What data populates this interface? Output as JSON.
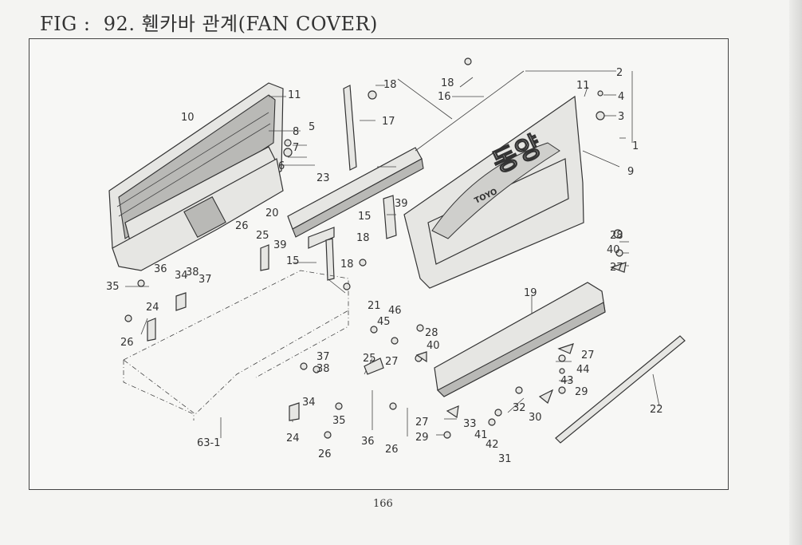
{
  "title": "FIG :  92. 휀카바 관계(FAN COVER)",
  "page_number": "166",
  "emblem_text": "동양",
  "emblem_subtext": "TOYO",
  "callouts": [
    "1",
    "2",
    "3",
    "4",
    "5",
    "6",
    "7",
    "8",
    "9",
    "10",
    "11",
    "11",
    "15",
    "15",
    "16",
    "17",
    "18",
    "18",
    "18",
    "18",
    "19",
    "20",
    "21",
    "22",
    "23",
    "24",
    "24",
    "25",
    "25",
    "26",
    "26",
    "26",
    "26",
    "27",
    "27",
    "27",
    "27",
    "28",
    "28",
    "29",
    "29",
    "30",
    "31",
    "32",
    "33",
    "34",
    "34",
    "35",
    "35",
    "36",
    "36",
    "37",
    "37",
    "38",
    "38",
    "39",
    "39",
    "40",
    "40",
    "41",
    "42",
    "43",
    "44",
    "45",
    "46",
    "63-1"
  ]
}
